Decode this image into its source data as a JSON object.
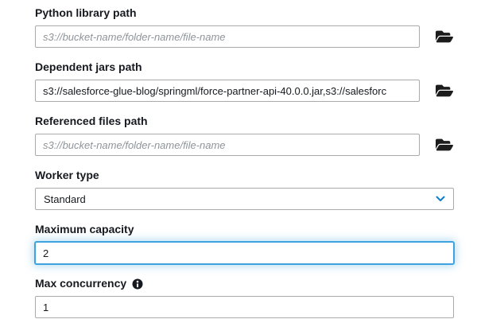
{
  "form": {
    "fields": [
      {
        "label": "Python library path",
        "placeholder": "s3://bucket-name/folder-name/file-name",
        "value": "",
        "control": "text-input-with-s3-browse",
        "icon": "folder-open-icon"
      },
      {
        "label": "Dependent jars path",
        "placeholder": "",
        "value": "s3://salesforce-glue-blog/springml/force-partner-api-40.0.0.jar,s3://salesforc",
        "control": "text-input-with-s3-browse",
        "icon": "folder-open-icon"
      },
      {
        "label": "Referenced files path",
        "placeholder": "s3://bucket-name/folder-name/file-name",
        "value": "",
        "control": "text-input-with-s3-browse",
        "icon": "folder-open-icon"
      },
      {
        "label": "Worker type",
        "value": "Standard",
        "control": "select",
        "icon": "chevron-down-icon"
      },
      {
        "label": "Maximum capacity",
        "value": "2",
        "control": "text-input",
        "state": "focused"
      },
      {
        "label": "Max concurrency",
        "value": "1",
        "control": "text-input",
        "icon": "info-icon"
      }
    ]
  },
  "colors": {
    "label_text": "#16191f",
    "input_border": "#a9aaab",
    "focus_blue": "#3ea2de",
    "placeholder_text": "#8d9499",
    "chevron_blue": "#0b7ed0",
    "icon_dark": "#1c1c1c"
  }
}
